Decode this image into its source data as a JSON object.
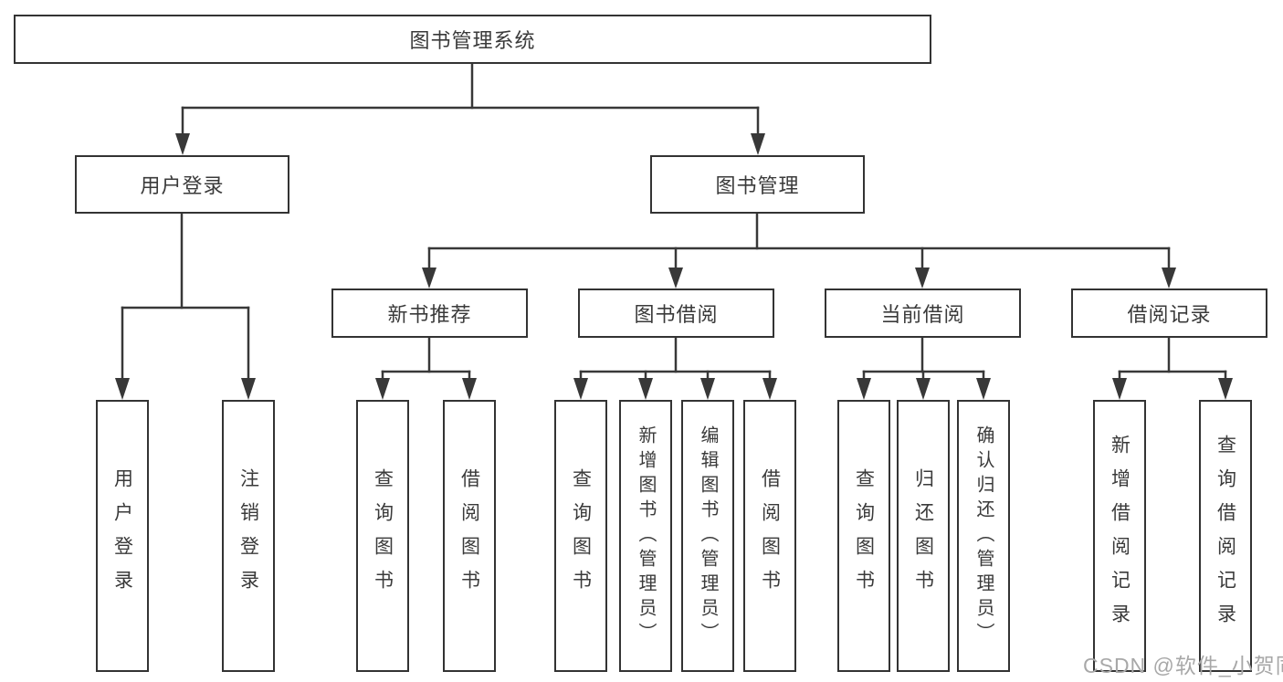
{
  "tree": {
    "label": "图书管理系统",
    "children": [
      {
        "label": "用户登录",
        "children": [
          {
            "label": "用户登录"
          },
          {
            "label": "注销登录"
          }
        ]
      },
      {
        "label": "图书管理",
        "children": [
          {
            "label": "新书推荐",
            "children": [
              {
                "label": "查询图书"
              },
              {
                "label": "借阅图书"
              }
            ]
          },
          {
            "label": "图书借阅",
            "children": [
              {
                "label": "查询图书"
              },
              {
                "label": "新增图书（管理员）"
              },
              {
                "label": "编辑图书（管理员）"
              },
              {
                "label": "借阅图书"
              }
            ]
          },
          {
            "label": "当前借阅",
            "children": [
              {
                "label": "查询图书"
              },
              {
                "label": "归还图书"
              },
              {
                "label": "确认归还（管理员）"
              }
            ]
          },
          {
            "label": "借阅记录",
            "children": [
              {
                "label": "新增借阅记录"
              },
              {
                "label": "查询借阅记录"
              }
            ]
          }
        ]
      }
    ]
  },
  "watermark": {
    "text": "CSDN @软件_小贺同学"
  },
  "colors": {
    "line": "#383838",
    "box_border": "#333333",
    "box_fill": "#ffffff",
    "text": "#3a3a3a",
    "watermark": "#a8a8a8"
  }
}
